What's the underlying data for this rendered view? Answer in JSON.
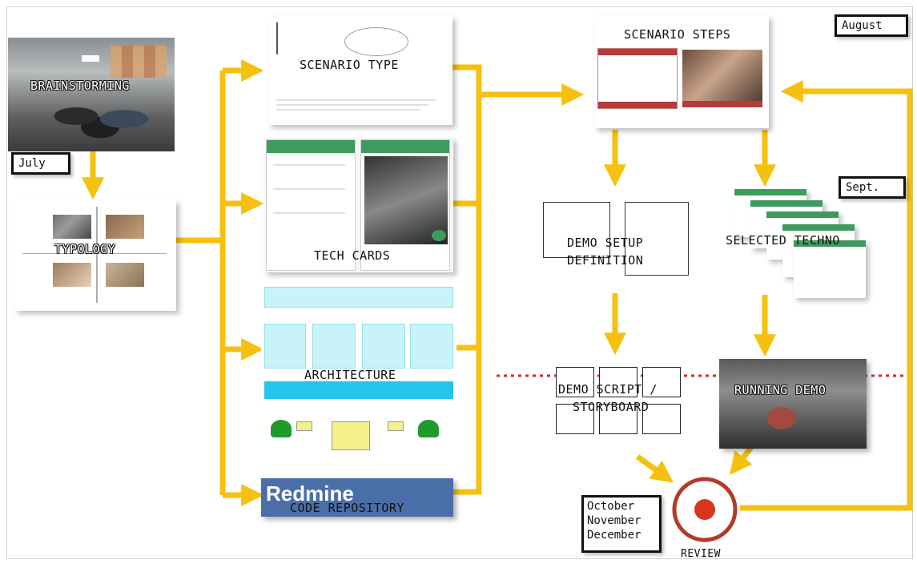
{
  "labels": {
    "brainstorming": "BRAINSTORMING",
    "typology": "TYPOLOGY",
    "scenario_type": "SCENARIO TYPE",
    "tech_cards": "TECH CARDS",
    "architecture": "ARCHITECTURE",
    "code_repository": "CODE REPOSITORY",
    "redmine": "Redmine",
    "scenario_steps": "SCENARIO STEPS",
    "demo_setup_line1": "DEMO SETUP",
    "demo_setup_line2": "DEFINITION",
    "selected_techno": "SELECTED TECHNO",
    "demo_script_line1": "DEMO SCRIPT /",
    "demo_script_line2": "STORYBOARD",
    "running_demo": "RUNNING DEMO",
    "review": "REVIEW"
  },
  "months": {
    "july": "July",
    "august": "August",
    "sept": "Sept.",
    "october": "October",
    "november": "November",
    "december": "December"
  },
  "colors": {
    "arrow": "#f5c10e",
    "dotted_line": "#d42a2a",
    "review_ring": "#b23a2a",
    "review_dot": "#d9361e",
    "card_green": "#3e9a5d",
    "architecture_cyan": "#c8f4f9",
    "architecture_bus": "#25c4ee",
    "redmine_blue": "#4a6fa8"
  }
}
